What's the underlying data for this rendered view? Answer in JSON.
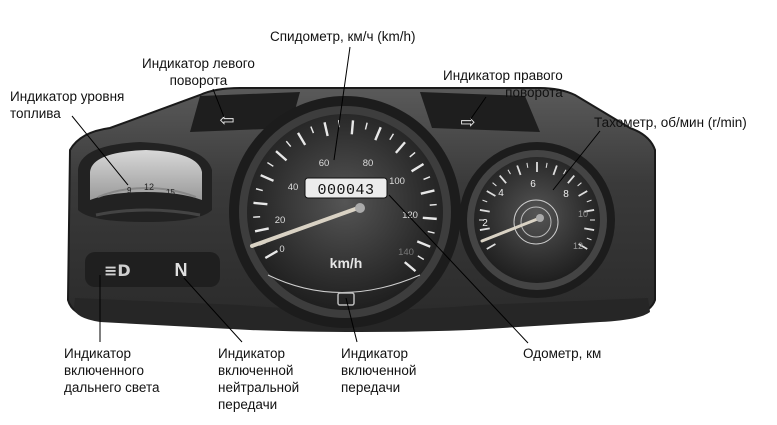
{
  "labels": {
    "speedometer": "Спидометр, км/ч (km/h)",
    "left_turn": [
      "Индикатор левого",
      "поворота"
    ],
    "right_turn": [
      "Индикатор правого",
      "поворота"
    ],
    "fuel_level": [
      "Индикатор уровня",
      "топлива"
    ],
    "tachometer": "Тахометр, об/мин (r/min)",
    "high_beam": [
      "Индикатор",
      "включенного",
      "дальнего света"
    ],
    "neutral": [
      "Индикатор",
      "включенной",
      "нейтральной",
      "передачи"
    ],
    "gear": [
      "Индикатор",
      "включенной",
      "передачи"
    ],
    "odometer": "Одометр, км"
  },
  "speedometer": {
    "unit": "km/h",
    "scale_labels": [
      "0",
      "20",
      "40",
      "60",
      "80",
      "100",
      "120",
      "140"
    ],
    "odometer_reading": "000043"
  },
  "tachometer": {
    "scale_labels": [
      "2",
      "4",
      "6",
      "8",
      "10",
      "12"
    ]
  },
  "fuel_gauge": {
    "scale_labels": [
      "9",
      "12",
      "15"
    ]
  },
  "indicators": {
    "neutral_symbol": "N",
    "left_arrow": "⇦",
    "right_arrow": "⇨"
  },
  "colors": {
    "panel": "#3a3a3a",
    "panel_dark": "#1c1c1c",
    "dial_face": "#2e2e2e",
    "needle": "#d9d2c4",
    "leader": "#000000"
  }
}
